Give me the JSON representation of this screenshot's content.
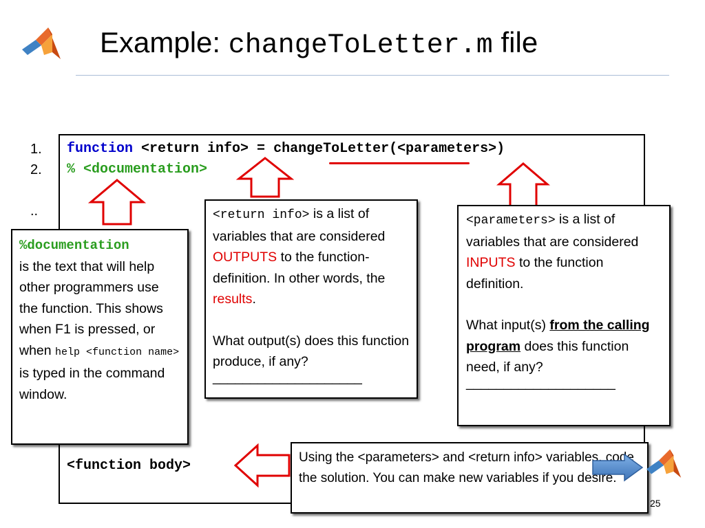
{
  "title": {
    "prefix": "Example:",
    "filename": "changeToLetter.m",
    "suffix": "file"
  },
  "line_numbers": [
    "1.",
    "2.",
    ".."
  ],
  "code": {
    "line1": {
      "keyword": "function",
      "rest1": " <return info> = ",
      "fname": "changeToLetter",
      "rest2": "(<parameters>)"
    },
    "line2": "% <documentation>",
    "body": "<function body>"
  },
  "callouts": {
    "documentation": {
      "code": "%documentation",
      "text1": "is the text that will help other programmers use the function. This shows when F1 is pressed, or when",
      "mono": "help <function name>",
      "text2": "is typed in the command window."
    },
    "return_info": {
      "code": "<return info>",
      "text1": "is a list of variables that are considered",
      "highlight1": "OUTPUTS",
      "text2": "to the function-definition. In other words, the",
      "highlight2": "results",
      "text3": ".",
      "question": "What output(s) does this function produce, if any?",
      "blank": "____________________"
    },
    "parameters": {
      "code": "<parameters>",
      "text1": "is a list of variables that are considered",
      "highlight1": "INPUTS",
      "text2": "to the function definition.",
      "question_pre": "What input(s)",
      "question_bold": "from the calling program",
      "question_post": "does this function need, if any?",
      "blank": "____________________"
    },
    "function_body": {
      "text": "Using the <parameters> and <return info> variables, code the solution.  You can make new variables if you desire."
    }
  },
  "page_number": "25",
  "colors": {
    "keyword": "#0000cc",
    "comment": "#2a9d1f",
    "highlight": "#e00000",
    "arrow": "#e00000",
    "rule": "#a9bdd6"
  },
  "icons": [
    "matlab-logo-icon",
    "up-arrow-icon",
    "left-arrow-icon",
    "right-arrow-icon"
  ]
}
